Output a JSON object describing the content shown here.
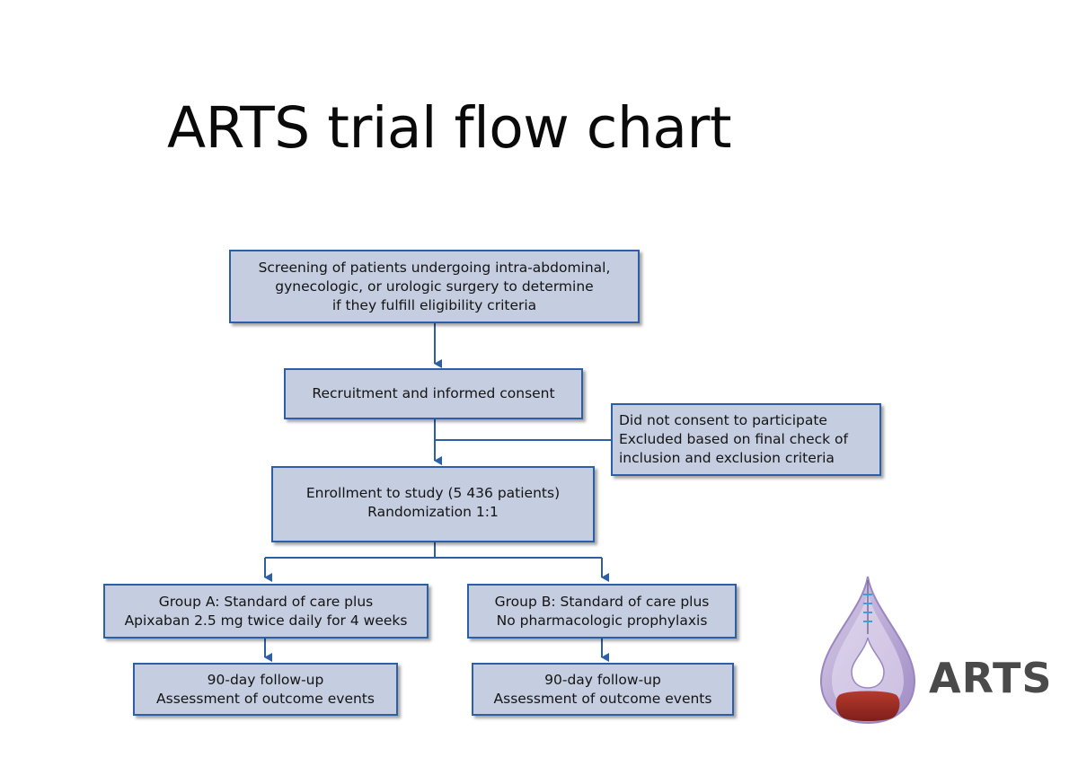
{
  "slide": {
    "title": "ARTS trial flow chart"
  },
  "flowchart": {
    "screening": {
      "lines": [
        "Screening of patients undergoing intra-abdominal,",
        "gynecologic, or urologic surgery to determine",
        "if they fulfill eligibility criteria"
      ]
    },
    "recruitment": {
      "lines": [
        "Recruitment and informed consent"
      ]
    },
    "exclusion": {
      "lines": [
        "Did not consent to participate",
        "Excluded based on final check of",
        "inclusion and exclusion criteria"
      ]
    },
    "enrollment": {
      "lines": [
        "Enrollment to study (5 436 patients)",
        "Randomization 1:1"
      ]
    },
    "group_a": {
      "lines": [
        "Group A: Standard of care plus",
        "Apixaban 2.5 mg twice daily for 4 weeks"
      ]
    },
    "group_b": {
      "lines": [
        "Group B: Standard of care plus",
        "No pharmacologic prophylaxis"
      ]
    },
    "followup_a": {
      "lines": [
        "90-day follow-up",
        "Assessment of outcome events"
      ]
    },
    "followup_b": {
      "lines": [
        "90-day follow-up",
        "Assessment of outcome events"
      ]
    }
  },
  "logo": {
    "text": "ARTS",
    "icon": "blood-drop-logo-icon"
  },
  "colors": {
    "box_fill": "#c5cde0",
    "box_border": "#2d5fa6",
    "connector": "#2d5fa6",
    "logo_text": "#4a4a4a",
    "logo_drop": "#b9a6d4",
    "logo_blood": "#9e2a22"
  }
}
